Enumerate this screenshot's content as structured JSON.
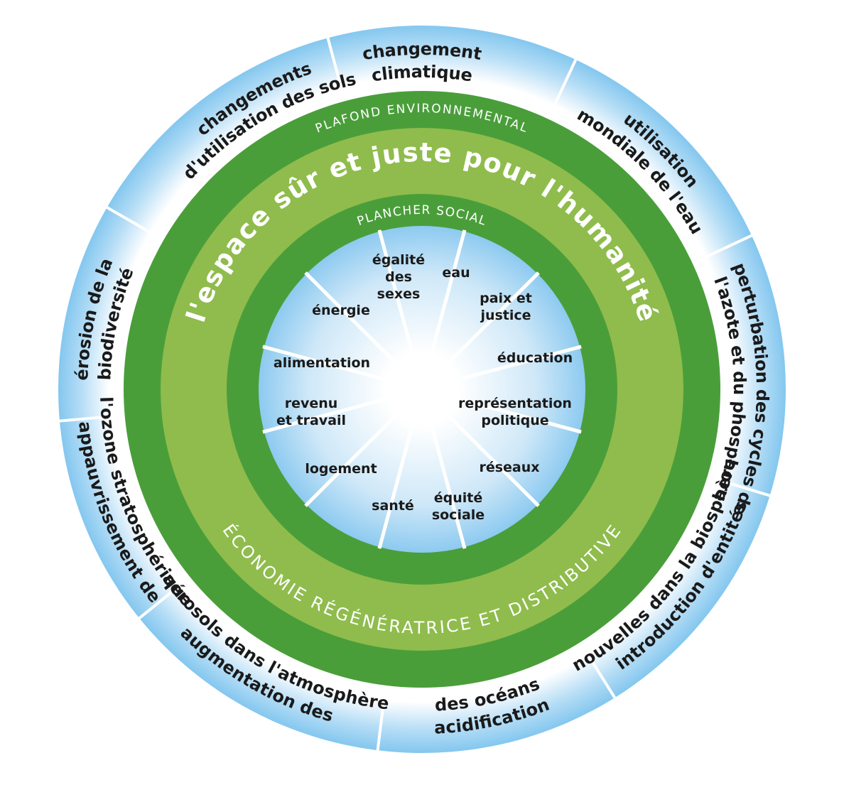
{
  "colors": {
    "sky_edge": "#7fc4ee",
    "sky_center": "#ffffff",
    "dark_green": "#4a9e3a",
    "light_green": "#8fbc4c",
    "divider": "#ffffff",
    "text": "#1a1a1a"
  },
  "rings": {
    "environmental_ceiling": "PLAFOND ENVIRONNEMENTAL",
    "safe_space": "l'espace sûr et juste pour l'humanité",
    "economy": "ÉCONOMIE RÉGÉNÉRATRICE ET DISTRIBUTIVE",
    "social_foundation": "PLANCHER SOCIAL"
  },
  "planetary_boundaries": [
    {
      "id": "climate",
      "lines": [
        "changement",
        "climatique"
      ]
    },
    {
      "id": "water",
      "lines": [
        "utilisation",
        "mondiale de l'eau"
      ]
    },
    {
      "id": "nitrogen",
      "lines": [
        "perturbation des cycles de",
        "l'azote et du phosphore"
      ]
    },
    {
      "id": "novel",
      "lines": [
        "introduction d'entités",
        "nouvelles dans la biosphère"
      ]
    },
    {
      "id": "ocean",
      "lines": [
        "acidification",
        "des océans"
      ]
    },
    {
      "id": "aerosol",
      "lines": [
        "augmentation des",
        "aérosols dans l'atmosphère"
      ]
    },
    {
      "id": "ozone",
      "lines": [
        "appauvrissement de",
        "l'ozone stratosphérique"
      ]
    },
    {
      "id": "biodiversity",
      "lines": [
        "érosion de la",
        "biodiversité"
      ]
    },
    {
      "id": "land",
      "lines": [
        "changements",
        "d'utilisation des sols"
      ]
    }
  ],
  "social_foundation": [
    {
      "id": "water",
      "lines": [
        "eau"
      ]
    },
    {
      "id": "peace",
      "lines": [
        "paix et",
        "justice"
      ]
    },
    {
      "id": "education",
      "lines": [
        "éducation"
      ]
    },
    {
      "id": "political",
      "lines": [
        "représentation",
        "politique"
      ]
    },
    {
      "id": "networks",
      "lines": [
        "réseaux"
      ]
    },
    {
      "id": "equity",
      "lines": [
        "équité",
        "sociale"
      ]
    },
    {
      "id": "health",
      "lines": [
        "santé"
      ]
    },
    {
      "id": "housing",
      "lines": [
        "logement"
      ]
    },
    {
      "id": "income",
      "lines": [
        "revenu",
        "et travail"
      ]
    },
    {
      "id": "food",
      "lines": [
        "alimentation"
      ]
    },
    {
      "id": "energy",
      "lines": [
        "énergie"
      ]
    },
    {
      "id": "gender",
      "lines": [
        "égalité",
        "des",
        "sexes"
      ]
    }
  ]
}
